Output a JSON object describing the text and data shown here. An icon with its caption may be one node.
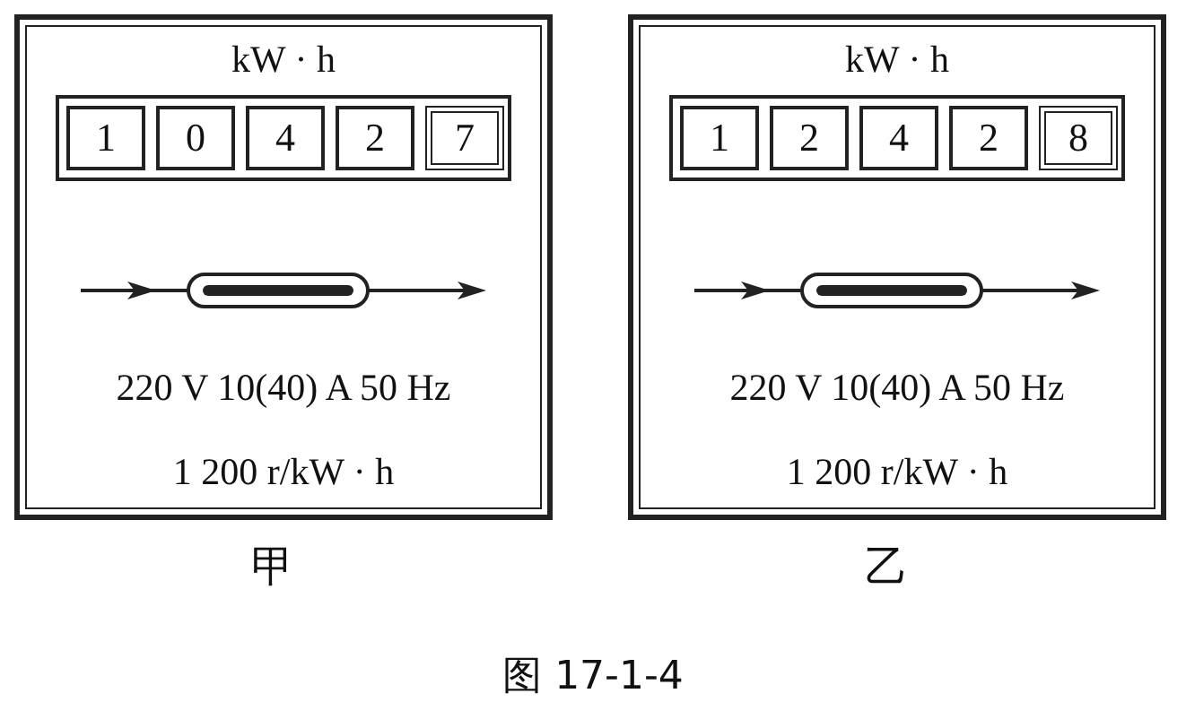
{
  "diagram": {
    "caption": "图 17-1-4",
    "nodes": [
      {
        "text": [
          "kW · h",
          "220 V 10(40) A 50 Hz",
          "1 200 r/kW · h",
          "甲"
        ]
      },
      {
        "text": [
          "1"
        ],
        "in": 0
      },
      {
        "text": [
          "0"
        ],
        "in": 0
      },
      {
        "text": [
          "4"
        ],
        "in": 0
      },
      {
        "text": [
          "2"
        ],
        "in": 0
      },
      {
        "text": [
          "7"
        ],
        "in": 0
      },
      {
        "text": [
          "kW · h",
          "220 V 10(40) A 50 Hz",
          "1 200 r/kW · h",
          "乙"
        ]
      },
      {
        "text": [
          "1"
        ],
        "in": 6
      },
      {
        "text": [
          "2"
        ],
        "in": 6
      },
      {
        "text": [
          "4"
        ],
        "in": 6
      },
      {
        "text": [
          "2"
        ],
        "in": 6
      },
      {
        "text": [
          "8"
        ],
        "in": 6
      }
    ],
    "edges": []
  }
}
